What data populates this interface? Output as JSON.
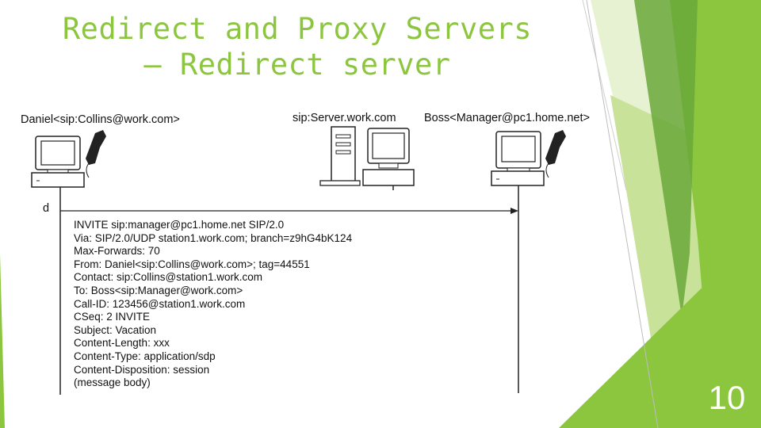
{
  "slide": {
    "title_line1": "Redirect and Proxy Servers",
    "title_line2": "– Redirect server",
    "page_number": "10"
  },
  "diagram": {
    "caller_label": "Daniel<sip:Collins@work.com>",
    "server_label": "sip:Server.work.com",
    "callee_label": "Boss<Manager@pc1.home.net>",
    "flow_marker": "d",
    "message_lines": [
      "INVITE sip:manager@pc1.home.net SIP/2.0",
      "Via: SIP/2.0/UDP station1.work.com; branch=z9hG4bK124",
      "Max-Forwards: 70",
      "From: Daniel<sip:Collins@work.com>; tag=44551",
      "Contact: sip:Collins@station1.work.com",
      "To: Boss<sip:Manager@work.com>",
      "Call-ID: 123456@station1.work.com",
      "CSeq: 2 INVITE",
      "Subject: Vacation",
      "Content-Length: xxx",
      "Content-Type: application/sdp",
      "Content-Disposition: session",
      "(message body)"
    ]
  },
  "colors": {
    "title": "#8cc63f",
    "accent_light": "#c8e29a",
    "accent_mid": "#8cc63f",
    "accent_dark": "#5a9a2e"
  }
}
